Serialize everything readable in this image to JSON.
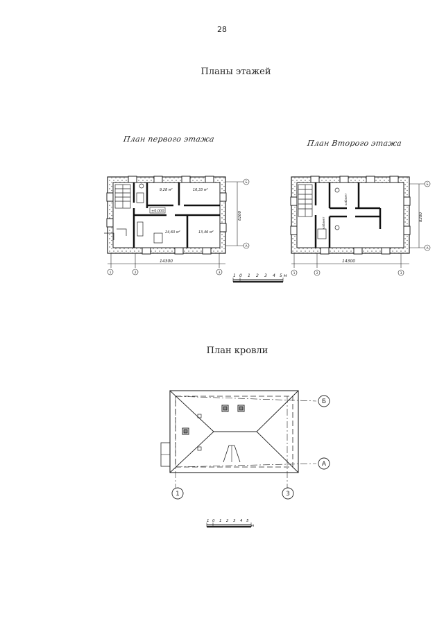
{
  "page": {
    "number": "28",
    "title": "Планы этажей"
  },
  "plan1": {
    "title": "План первого этажа",
    "rooms": [
      "9,28 м²",
      "16,33 м²",
      "24,60 м²",
      "13,46 м²"
    ],
    "level": "±0,000",
    "dimension": "14300",
    "side_dimension": "8200",
    "axes": [
      "1",
      "2",
      "3",
      "А",
      "Б"
    ]
  },
  "plan2": {
    "title": "План Второго этажа",
    "dimension": "14300",
    "side_dimension": "8200",
    "vertical_labels": [
      "кабинет",
      "кабинет"
    ],
    "axes": [
      "1",
      "2",
      "3",
      "А",
      "Б"
    ]
  },
  "scale1": {
    "ticks": [
      "1",
      "0",
      "1",
      "2",
      "3",
      "4",
      "5"
    ],
    "unit": "м"
  },
  "roof": {
    "title": "План кровли",
    "axes": [
      "1",
      "3",
      "Б",
      "А"
    ]
  },
  "scale2": {
    "ticks": [
      "1",
      "0",
      "1",
      "2",
      "3",
      "4",
      "5"
    ],
    "unit": "м"
  }
}
